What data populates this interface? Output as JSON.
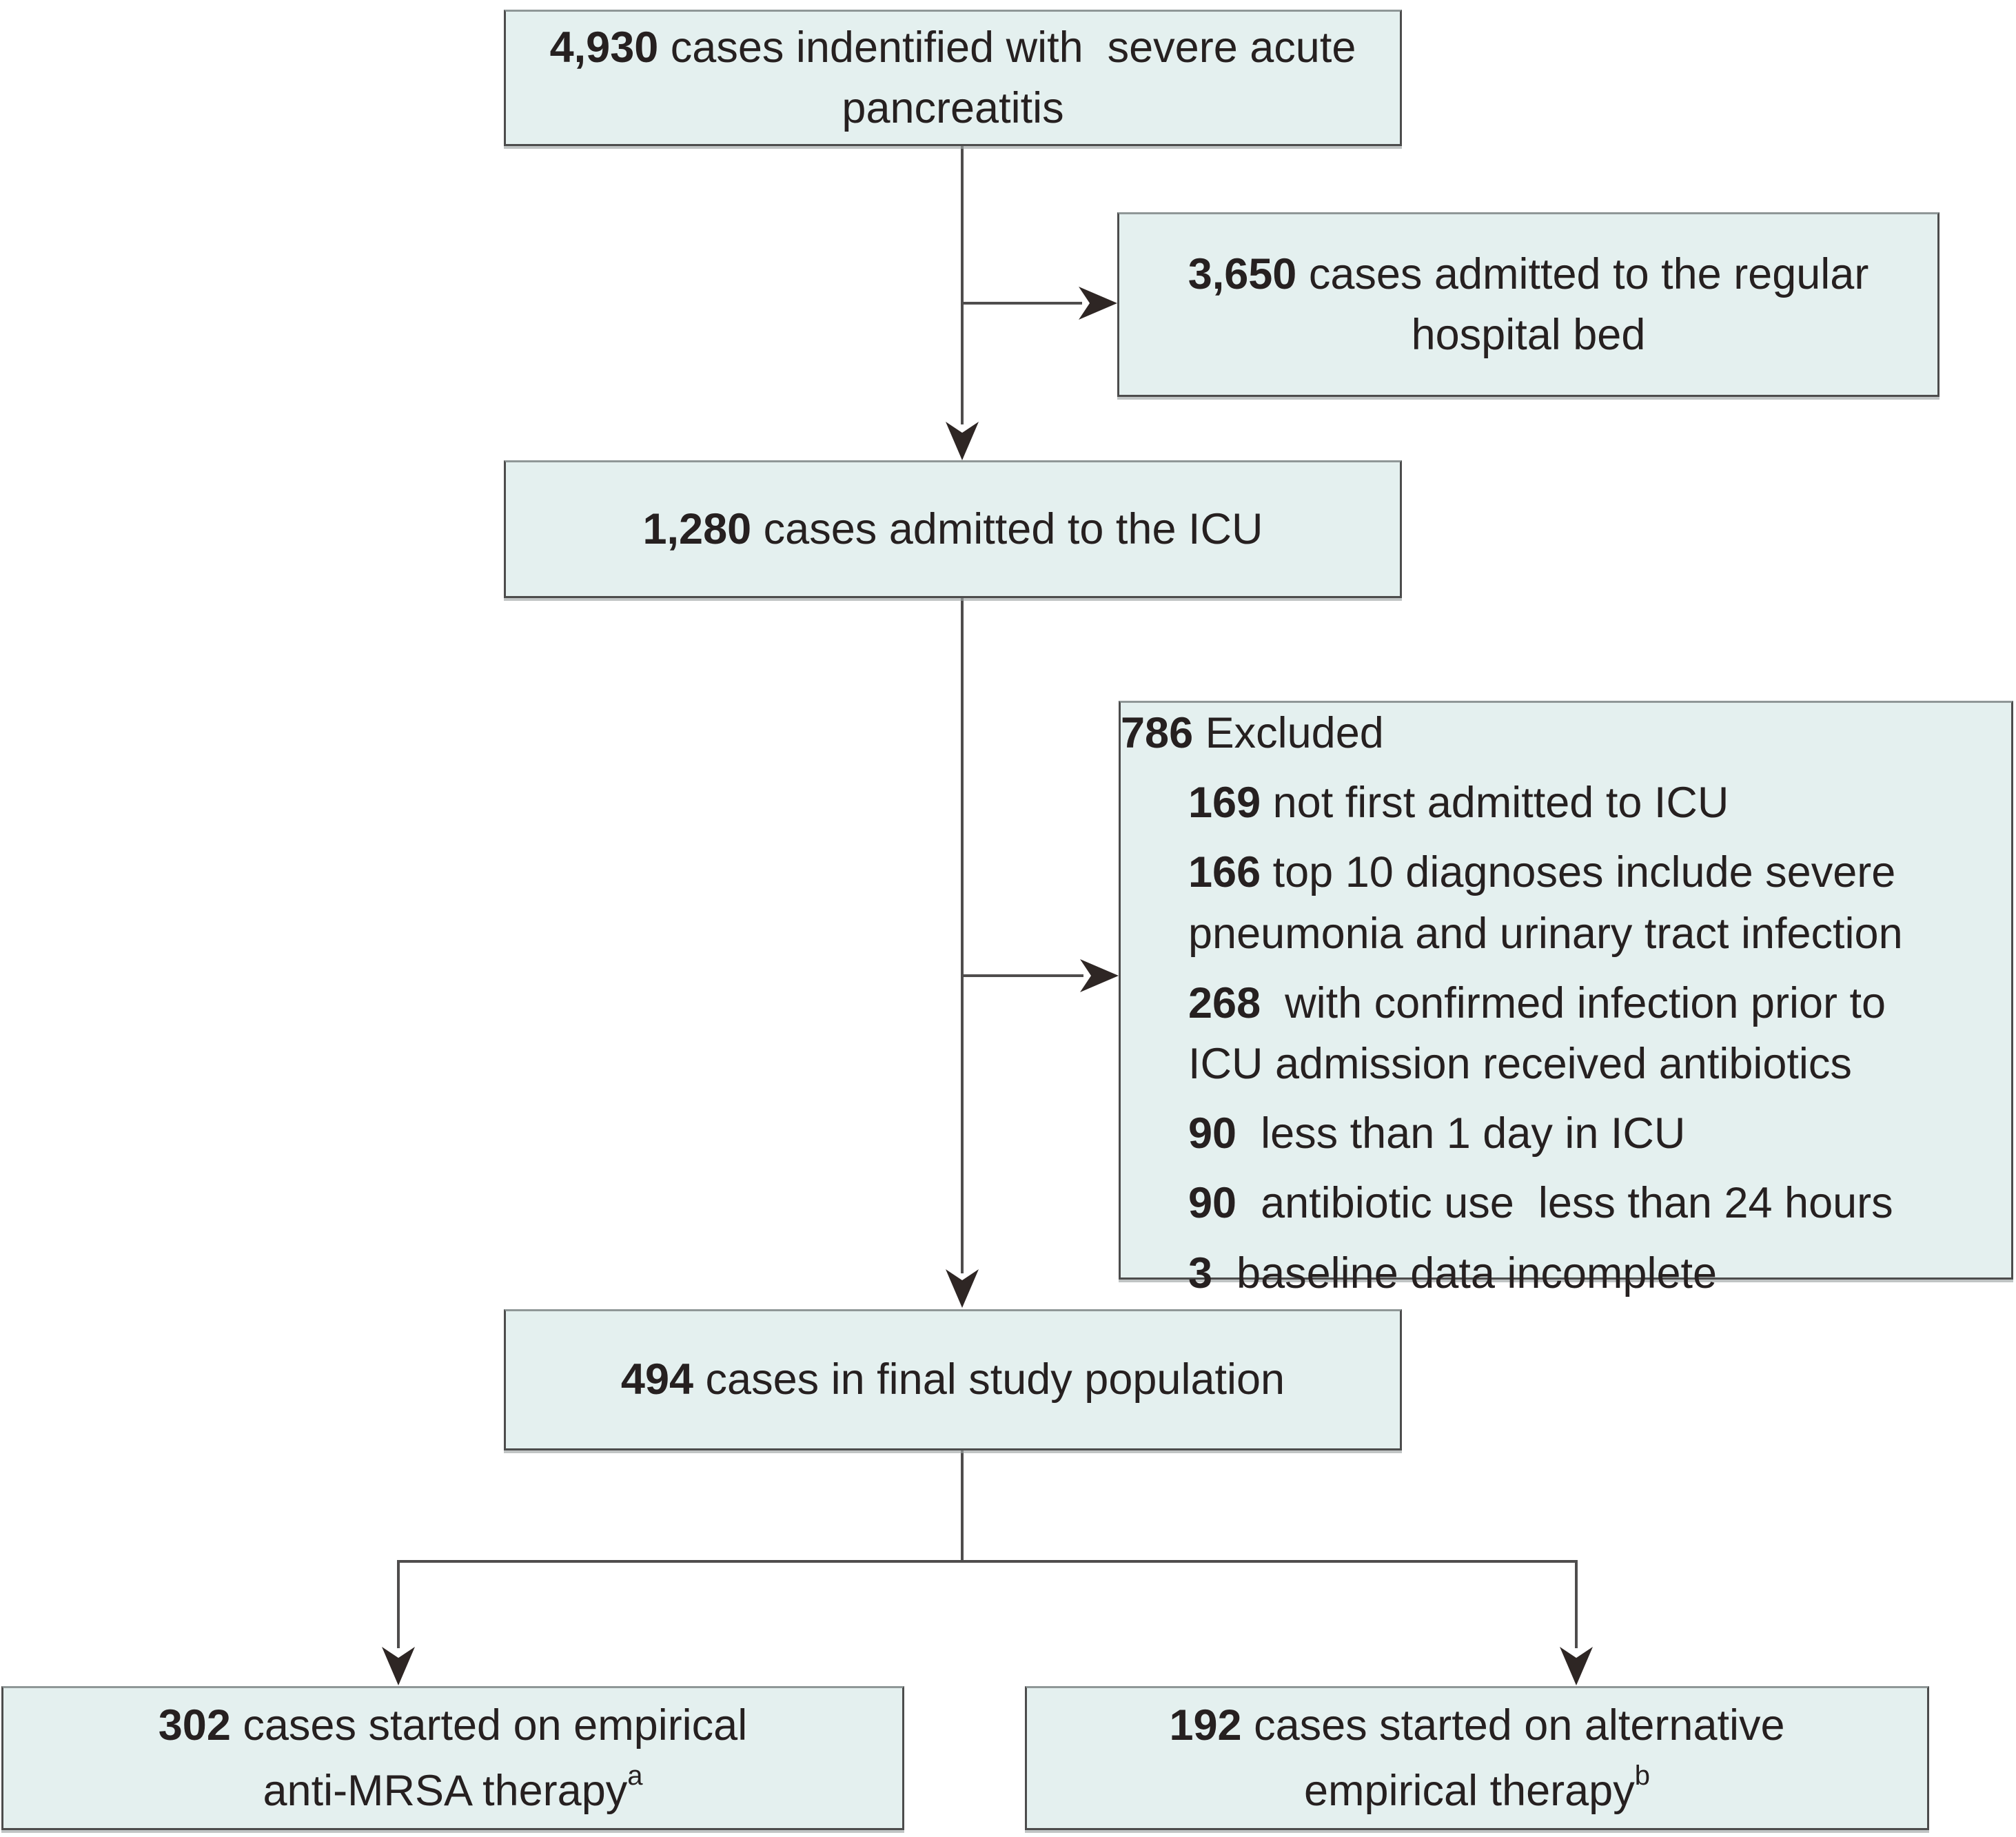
{
  "figure_type": "study-flow-diagram",
  "colors": {
    "box_fill": "#e4f0ef",
    "box_border": "#4c4c4c",
    "connector": "#4f4d4d",
    "arrowhead": "#2e2624",
    "text": "#262020",
    "background": "#ffffff"
  },
  "identified": {
    "num": "4,930",
    "text": " cases indentified with  severe acute\npancreatitis"
  },
  "regular": {
    "num": "3,650",
    "text": " cases admitted to the regular\nhospital bed"
  },
  "icu": {
    "num": "1,280",
    "text": " cases admitted to the ICU"
  },
  "excluded": {
    "num": "786",
    "text": " Excluded",
    "items": [
      {
        "num": "169",
        "text": " not first admitted to ICU"
      },
      {
        "num": "166",
        "text": " top 10 diagnoses include severe\npneumonia and urinary tract infection"
      },
      {
        "num": "268",
        "text": "  with confirmed infection prior to\nICU admission received antibiotics"
      },
      {
        "num": "90",
        "text": "  less than 1 day in ICU"
      },
      {
        "num": "90",
        "text": "  antibiotic use  less than 24 hours"
      },
      {
        "num": "3",
        "text": "  baseline data incomplete"
      }
    ]
  },
  "final": {
    "num": "494",
    "text": " cases in final study population"
  },
  "mrsa": {
    "num": "302",
    "text": " cases started on empirical\nanti-MRSA therapy",
    "sup": "a"
  },
  "alt": {
    "num": "192",
    "text": " cases started on alternative\nempirical therapy",
    "sup": "b"
  }
}
